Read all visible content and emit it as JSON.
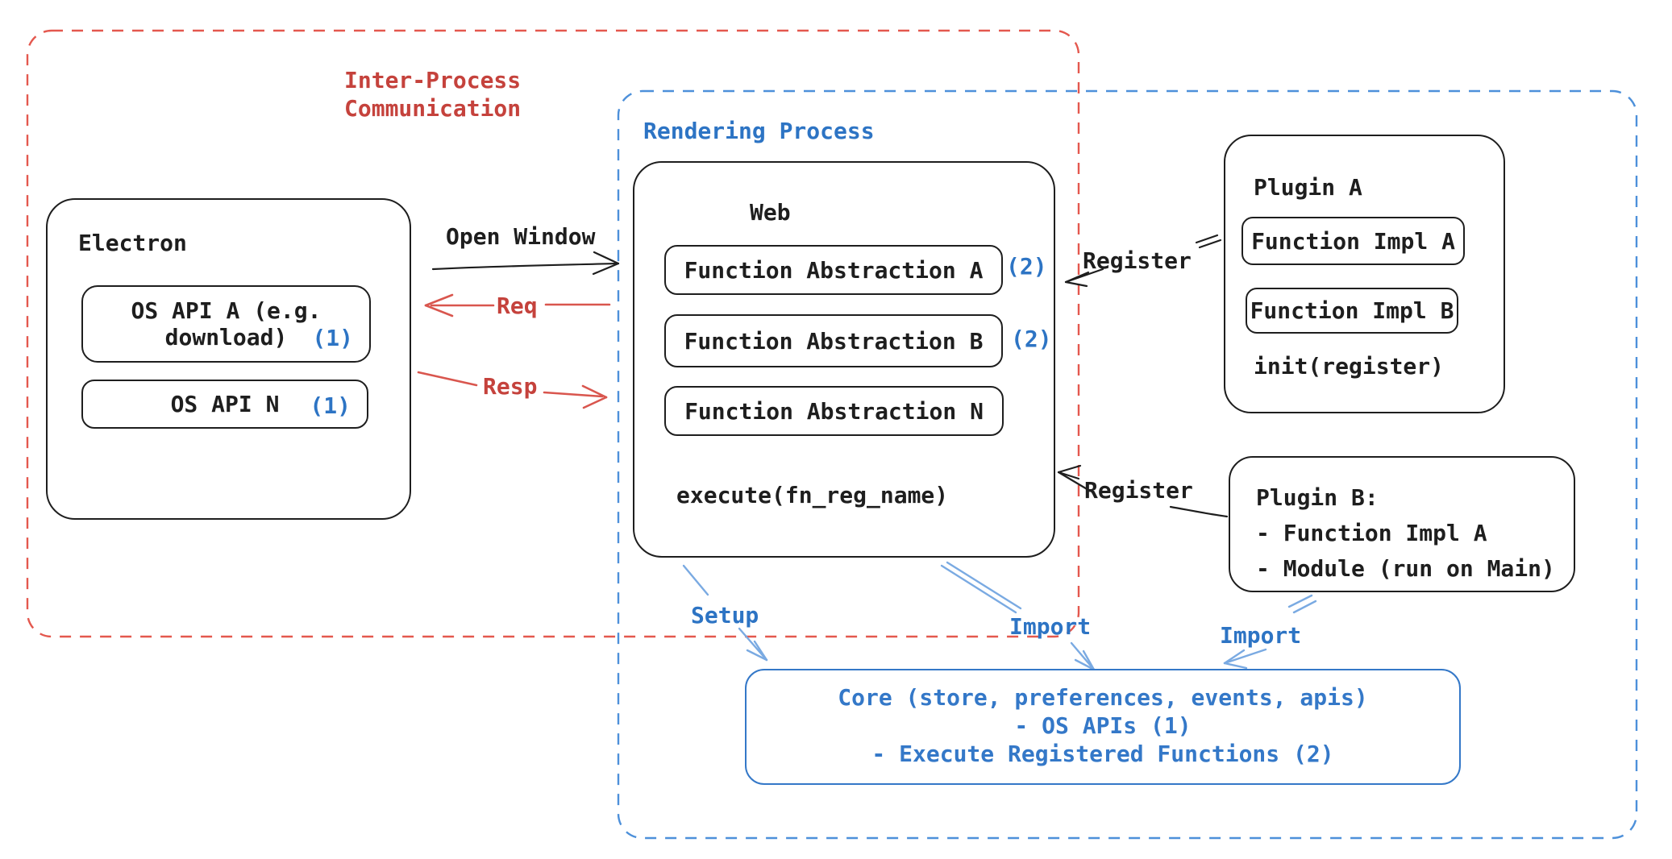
{
  "colors": {
    "bg": "#ffffff",
    "ink": "#1e1e1e",
    "red_text": "#c5423c",
    "red_line": "#d9564e",
    "red_border": "#e4584e",
    "blue_text": "#2d74c4",
    "blue_border": "#4d90da",
    "blue_core": "#3478c8",
    "blue_arrow": "#7aaae2"
  },
  "regions": {
    "ipc": {
      "label": "Inter-Process\nCommunication"
    },
    "rendering": {
      "label": "Rendering Process"
    }
  },
  "electron": {
    "title": "Electron",
    "api_a": {
      "label": "OS API A (e.g.\ndownload)",
      "badge": "(1)"
    },
    "api_n": {
      "label": "OS API N",
      "badge": "(1)"
    }
  },
  "web": {
    "title": "Web",
    "items": [
      {
        "label": "Function Abstraction A",
        "badge": "(2)"
      },
      {
        "label": "Function Abstraction B",
        "badge": "(2)"
      },
      {
        "label": "Function Abstraction N",
        "badge": ""
      }
    ],
    "footer": "execute(fn_reg_name)"
  },
  "plugin_a": {
    "title": "Plugin A",
    "items": [
      {
        "label": "Function Impl A"
      },
      {
        "label": "Function Impl B"
      }
    ],
    "footer": "init(register)"
  },
  "plugin_b": {
    "lines": [
      "Plugin B:",
      "- Function Impl A",
      "- Module (run on Main)"
    ]
  },
  "core": {
    "lines": [
      "Core (store, preferences, events, apis)",
      "- OS APIs (1)",
      "- Execute Registered Functions (2)"
    ]
  },
  "arrows": {
    "open_window": "Open Window",
    "req": "Req",
    "resp": "Resp",
    "register_top": "Register",
    "register_bottom": "Register",
    "setup": "Setup",
    "import_left": "Import",
    "import_right": "Import"
  }
}
